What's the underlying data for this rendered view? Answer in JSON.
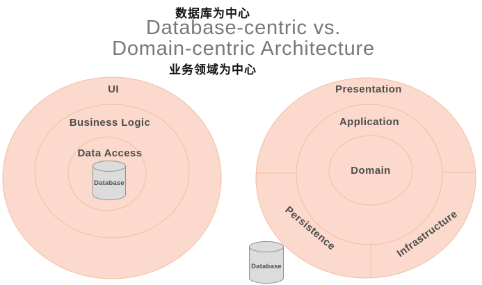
{
  "header": {
    "chinese_top": "数据库为中心",
    "title_line1": "Database-centric vs.",
    "title_line2": "Domain-centric Architecture",
    "chinese_bottom": "业务领域为中心"
  },
  "colors": {
    "ring_fill": "#FBD9CC",
    "ring_stroke": "#F3BDA4",
    "title_gray": "#787878",
    "label_gray": "#4D4D4D",
    "chinese_black": "#141414",
    "cylinder_fill": "#DCDCDC",
    "cylinder_stroke": "#8F8F8F"
  },
  "left_diagram": {
    "name": "database-centric",
    "labels": {
      "outer": "UI",
      "middle": "Business Logic",
      "inner": "Data Access"
    },
    "database_label": "Database"
  },
  "right_diagram": {
    "name": "domain-centric",
    "labels": {
      "outer_top": "Presentation",
      "middle": "Application",
      "inner": "Domain",
      "outer_bottom_left": "Persistence",
      "outer_bottom_right": "Infrastructure"
    },
    "database_label": "Database"
  }
}
